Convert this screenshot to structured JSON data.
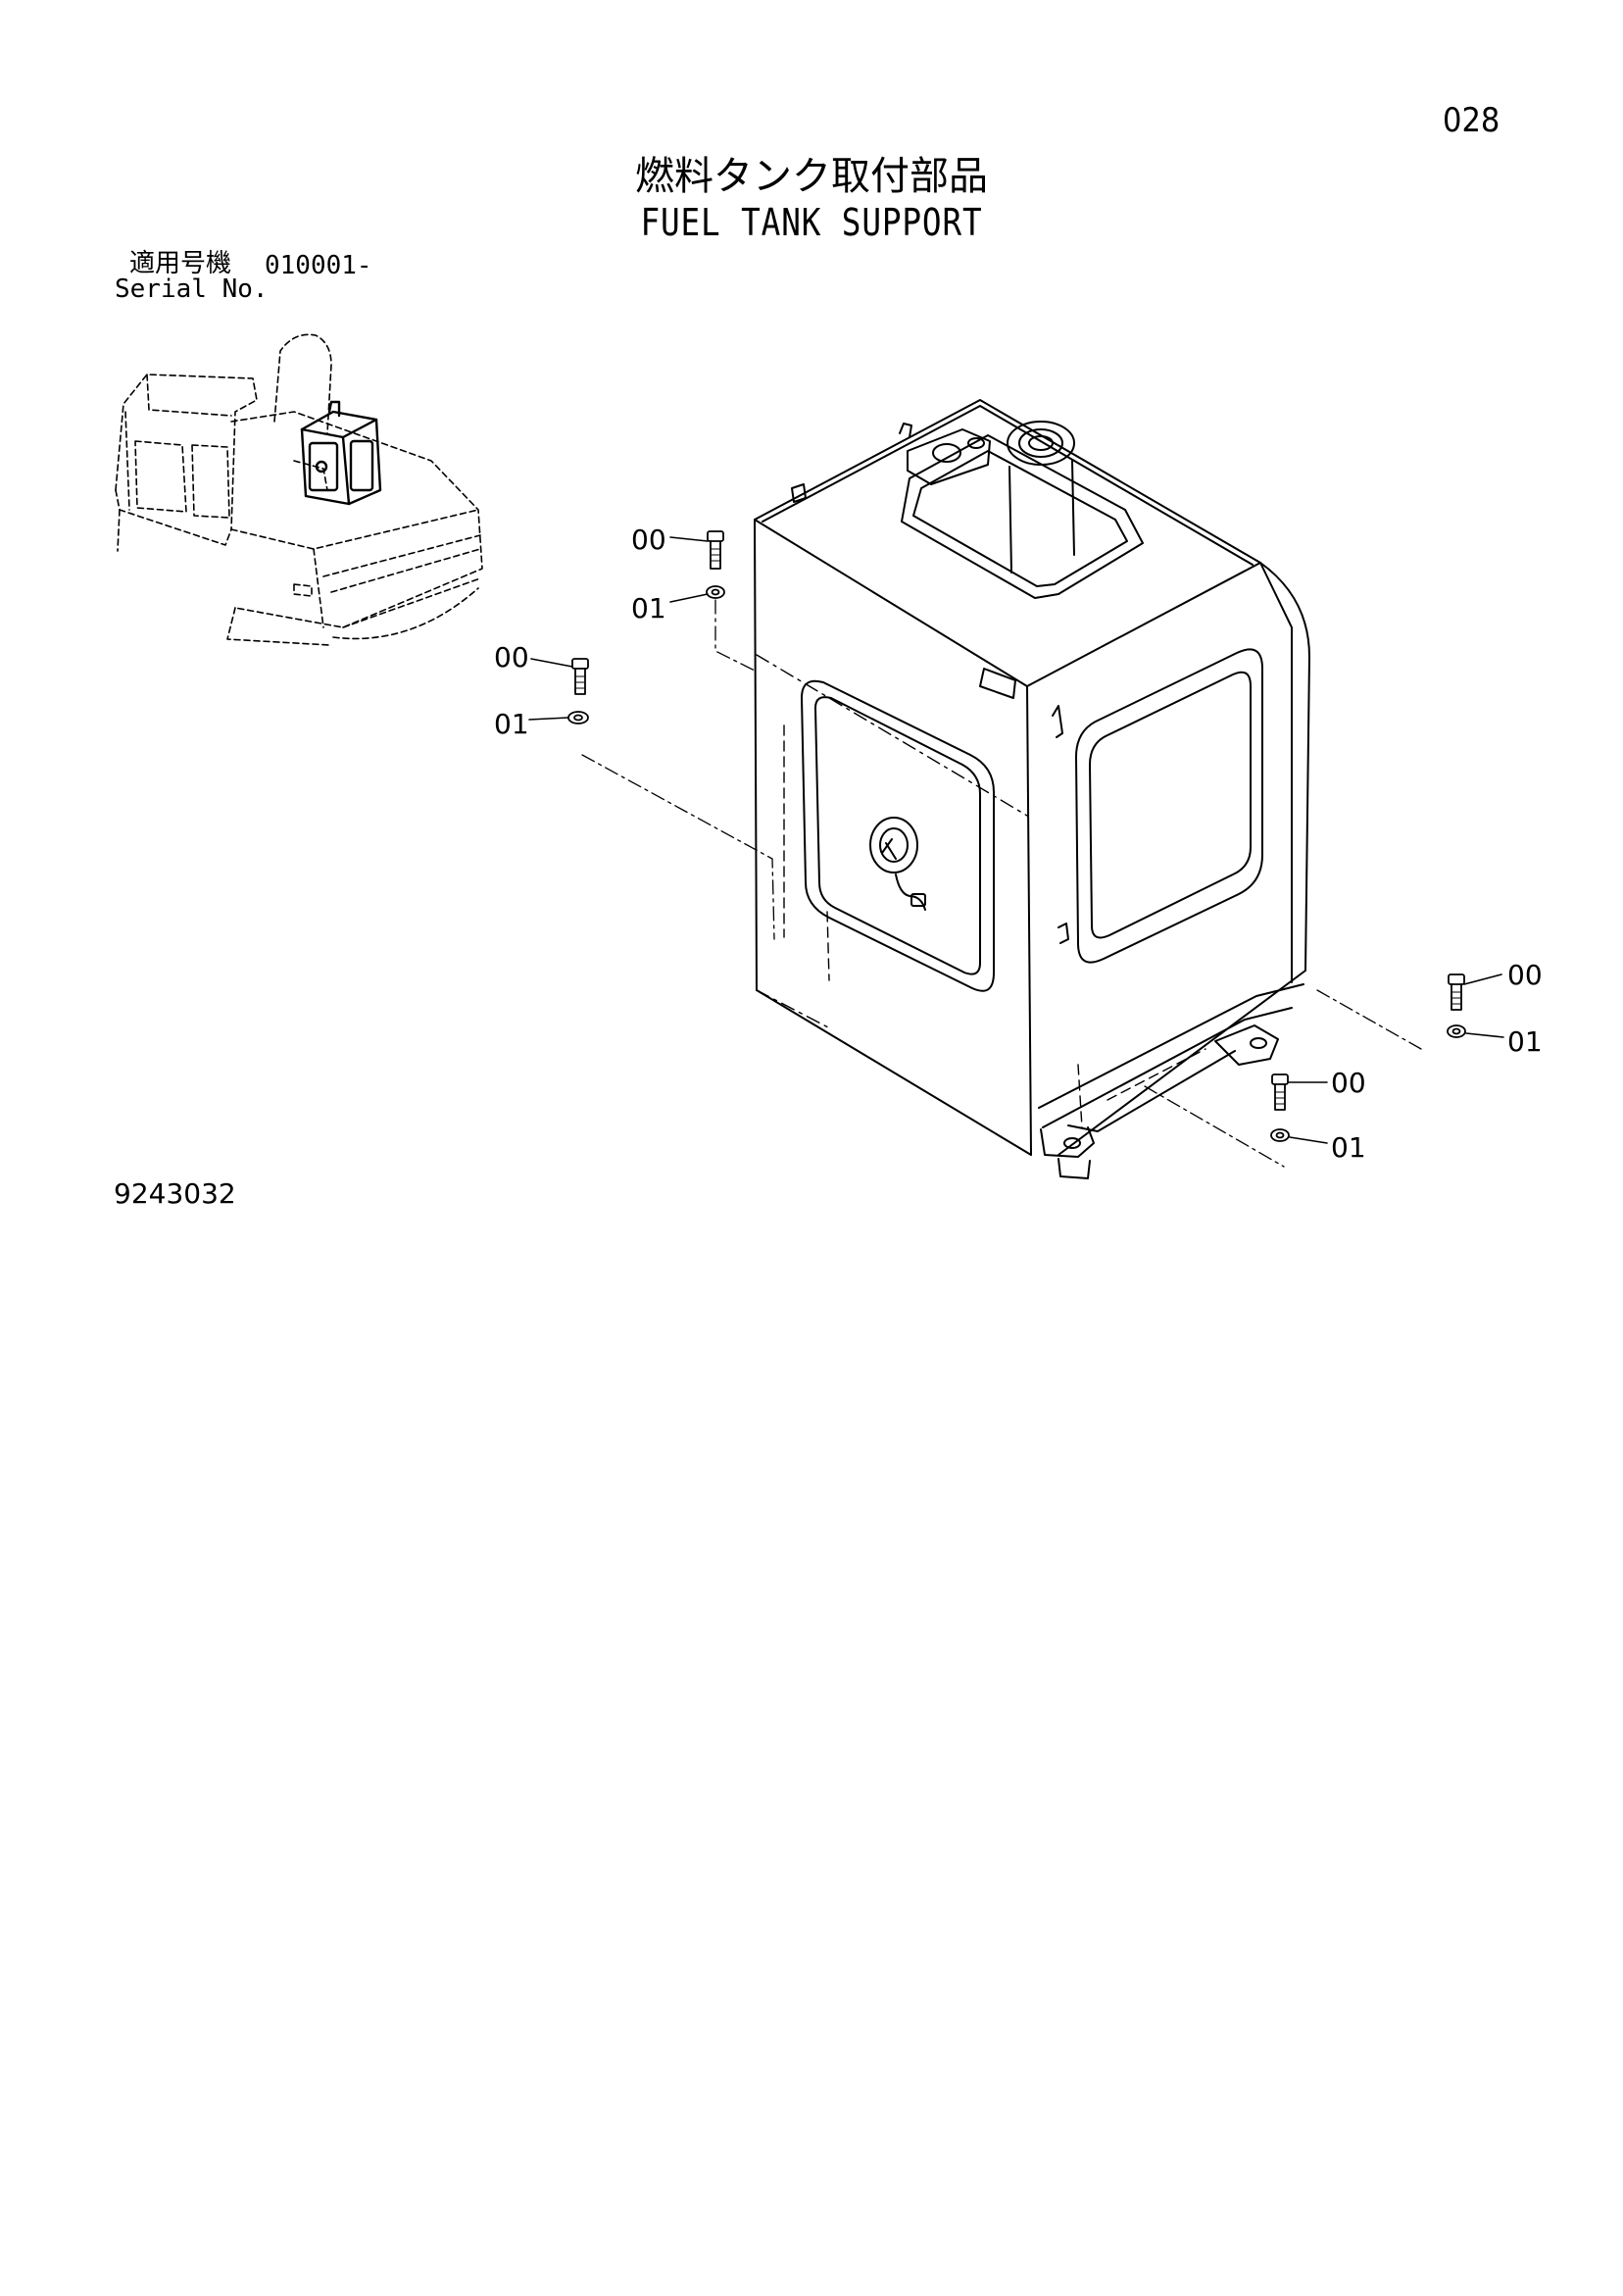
{
  "page_number": "028",
  "title_jp": "燃料タンク取付部品",
  "title_en": "FUEL TANK SUPPORT",
  "serial": {
    "label_jp": "適用号機",
    "range": "010001-",
    "label_en": "Serial No."
  },
  "drawing_number": "9243032",
  "callouts": [
    {
      "text": "00"
    },
    {
      "text": "01"
    },
    {
      "text": "00"
    },
    {
      "text": "01"
    },
    {
      "text": "00"
    },
    {
      "text": "01"
    },
    {
      "text": "00"
    },
    {
      "text": "01"
    }
  ]
}
